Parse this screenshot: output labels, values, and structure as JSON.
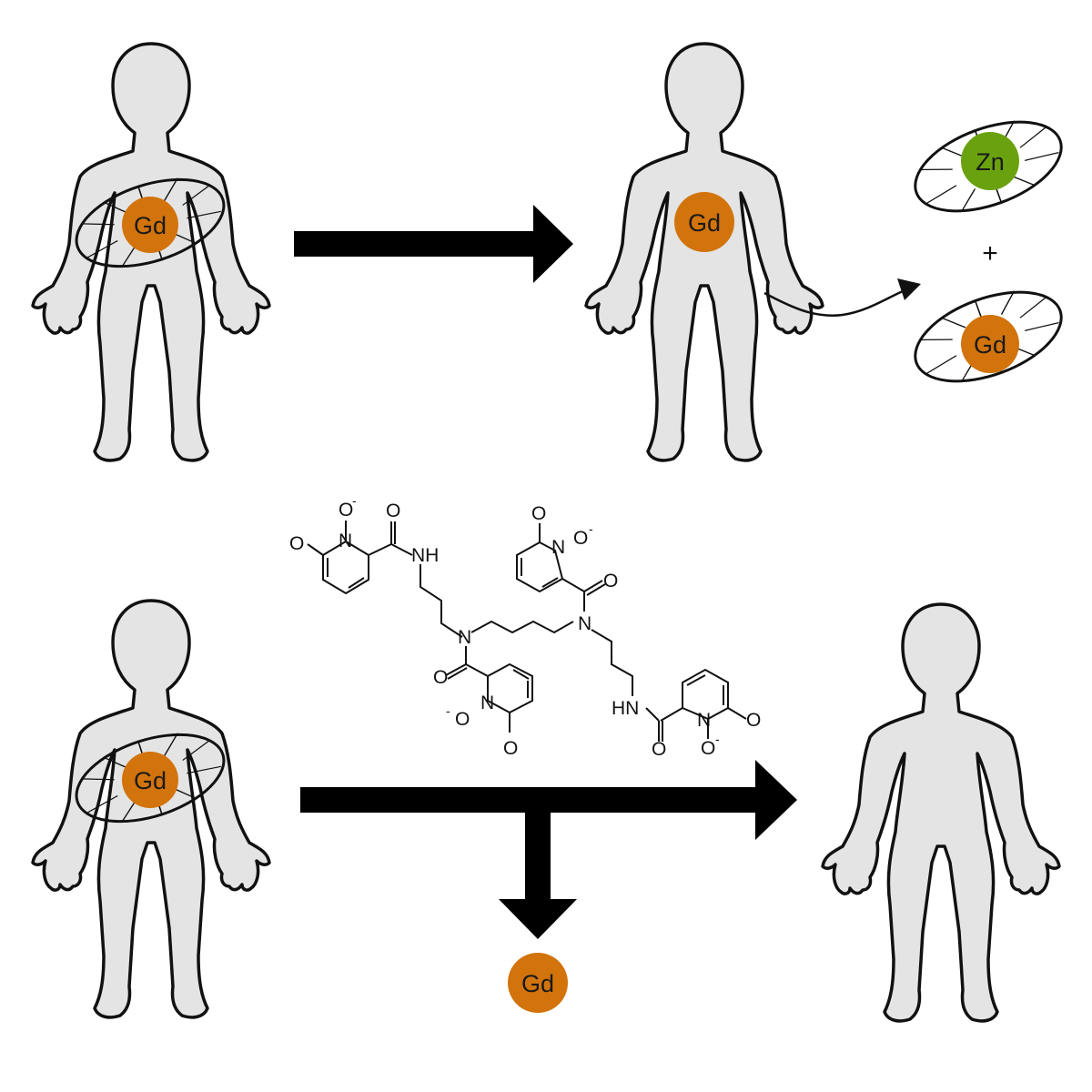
{
  "colors": {
    "gd_ion": "#d2730c",
    "zn_ion": "#6aa20f",
    "body_fill": "#e4e4e4",
    "outline": "#111111"
  },
  "ions": {
    "gd": "Gd",
    "zn": "Zn"
  },
  "operator": "+",
  "molecule_atoms": {
    "oxygen": "O",
    "nitrogen": "N",
    "amide_nh": "NH",
    "amide_hn": "HN",
    "charge": "-"
  },
  "icons": [
    "human-silhouette",
    "chelator-ring",
    "process-arrow",
    "transmetallation-arrow",
    "chelating-molecule"
  ]
}
